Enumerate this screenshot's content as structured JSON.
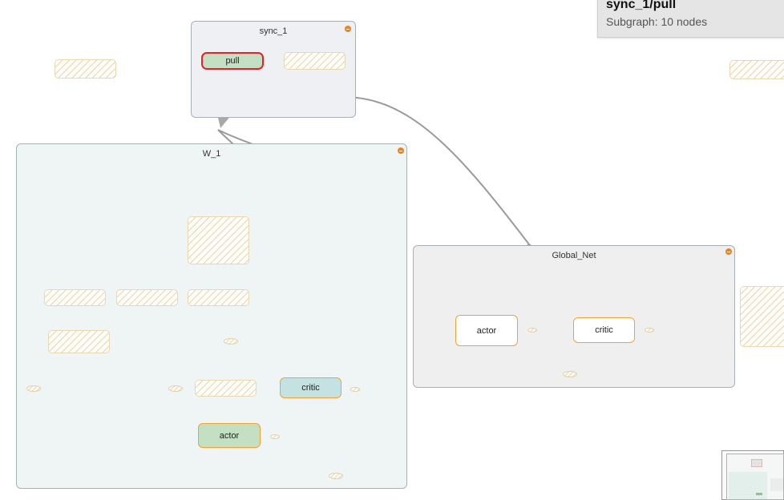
{
  "info_card": {
    "title": "sync_1/pull",
    "subtitle": "Subgraph: 10 nodes"
  },
  "groups": {
    "sync_1": {
      "title": "sync_1"
    },
    "w_1": {
      "title": "W_1"
    },
    "global_net": {
      "title": "Global_Net"
    }
  },
  "nodes": {
    "pull": "pull",
    "w1_critic": "critic",
    "w1_actor": "actor",
    "global_actor": "actor",
    "global_critic": "critic"
  },
  "colors": {
    "group_bg": "#eef0f3",
    "w1_bg": "#eef5f4",
    "global_bg": "#efefef",
    "selected_border": "#e8202a",
    "node_orange_border": "#f0a23a",
    "node_green_fill": "#c3e0c3",
    "node_teal_fill": "#c4e2e2",
    "edge": "#999999",
    "collapse": "#f0821e"
  },
  "icons": {
    "collapse": "minus-circle-icon"
  }
}
